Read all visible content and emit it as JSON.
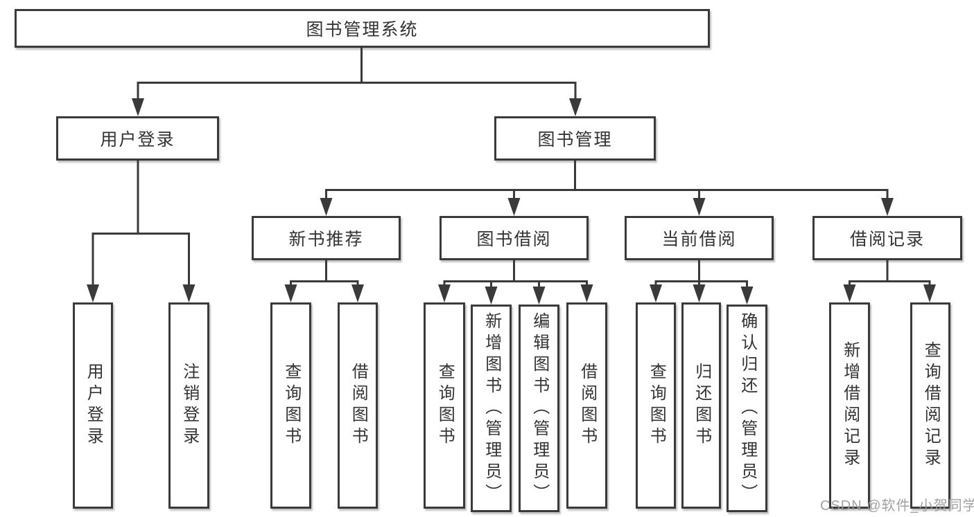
{
  "diagram": {
    "type": "hierarchy-tree",
    "watermark": "CSDN @软件_小贺同学",
    "colors": {
      "line": "#3a3a3a",
      "text": "#333333",
      "box_bg": "#ffffff",
      "page_bg": "#ffffff",
      "watermark": "#9d9d9d"
    },
    "nodes": {
      "root": {
        "label": "图书管理系统",
        "level": 1,
        "parent": null
      },
      "user_login": {
        "label": "用户登录",
        "level": 2,
        "parent": "root"
      },
      "book_management": {
        "label": "图书管理",
        "level": 2,
        "parent": "root"
      },
      "new_book_recommend": {
        "label": "新书推荐",
        "level": 3,
        "parent": "book_management"
      },
      "book_borrowing": {
        "label": "图书借阅",
        "level": 3,
        "parent": "book_management"
      },
      "current_borrowing": {
        "label": "当前借阅",
        "level": 3,
        "parent": "book_management"
      },
      "borrow_records": {
        "label": "借阅记录",
        "level": 3,
        "parent": "book_management"
      },
      "leaf_user_login": {
        "label": "用户登录",
        "level": 4,
        "parent": "user_login"
      },
      "leaf_logout": {
        "label": "注销登录",
        "level": 4,
        "parent": "user_login"
      },
      "nb_query_books": {
        "label": "查询图书",
        "level": 4,
        "parent": "new_book_recommend"
      },
      "nb_borrow_books": {
        "label": "借阅图书",
        "level": 4,
        "parent": "new_book_recommend"
      },
      "bb_query_books": {
        "label": "查询图书",
        "level": 4,
        "parent": "book_borrowing"
      },
      "bb_add_books_admin": {
        "label": "新增图书（管理员）",
        "level": 4,
        "parent": "book_borrowing"
      },
      "bb_edit_books_admin": {
        "label": "编辑图书（管理员）",
        "level": 4,
        "parent": "book_borrowing"
      },
      "bb_borrow_books": {
        "label": "借阅图书",
        "level": 4,
        "parent": "book_borrowing"
      },
      "cb_query_books": {
        "label": "查询图书",
        "level": 4,
        "parent": "current_borrowing"
      },
      "cb_return_books": {
        "label": "归还图书",
        "level": 4,
        "parent": "current_borrowing"
      },
      "cb_confirm_return_admin": {
        "label": "确认归还（管理员）",
        "level": 4,
        "parent": "current_borrowing"
      },
      "br_add_record": {
        "label": "新增借阅记录",
        "level": 4,
        "parent": "borrow_records"
      },
      "br_query_record": {
        "label": "查询借阅记录",
        "level": 4,
        "parent": "borrow_records"
      }
    }
  }
}
